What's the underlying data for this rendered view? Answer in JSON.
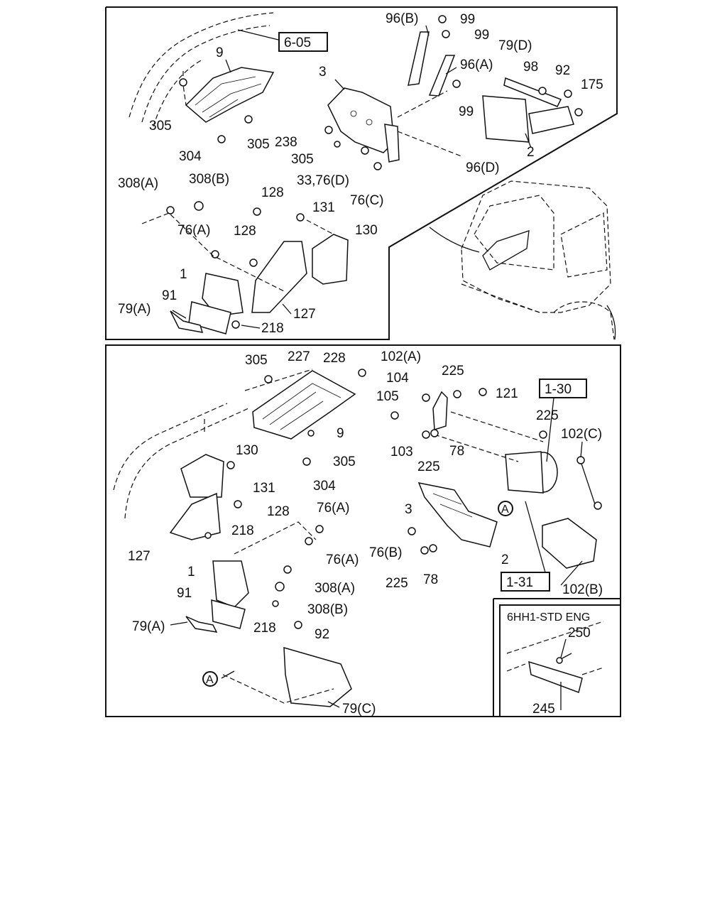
{
  "panels": {
    "top": {
      "refs": [
        "6-05"
      ],
      "callouts": [
        "9",
        "3",
        "96(B)",
        "99",
        "99",
        "79(D)",
        "96(A)",
        "98",
        "92",
        "175",
        "99",
        "305",
        "2",
        "304",
        "305",
        "238",
        "305",
        "96(D)",
        "33,76(D)",
        "76(C)",
        "308(A)",
        "308(B)",
        "128",
        "131",
        "130",
        "76(A)",
        "128",
        "1",
        "91",
        "79(A)",
        "127",
        "218"
      ]
    },
    "bottom": {
      "refs": [
        "1-30",
        "1-31"
      ],
      "callouts": [
        "305",
        "227",
        "228",
        "102(A)",
        "225",
        "104",
        "121",
        "105",
        "225",
        "102(C)",
        "9",
        "103",
        "78",
        "225",
        "130",
        "305",
        "304",
        "131",
        "128",
        "76(A)",
        "3",
        "218",
        "127",
        "76(A)",
        "76(B)",
        "2",
        "1",
        "308(A)",
        "225",
        "78",
        "102(B)",
        "91",
        "308(B)",
        "79(A)",
        "218",
        "92",
        "79(C)"
      ],
      "circle_markers": [
        "A",
        "A"
      ]
    },
    "inset": {
      "title": "6HH1-STD ENG",
      "callouts": [
        "250",
        "245"
      ]
    }
  }
}
